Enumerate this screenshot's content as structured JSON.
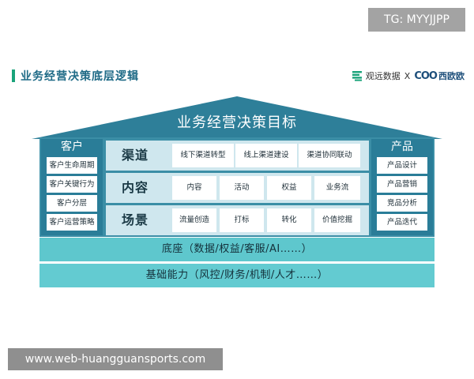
{
  "tg_badge": "TG: MYYJJPP",
  "header": {
    "title": "业务经营决策底层逻辑",
    "brand1": "观远数据",
    "separator": "X",
    "brand2_mark": "COO",
    "brand2_name": "西欧欧"
  },
  "diagram": {
    "roof_title": "业务经营决策目标",
    "left_column": {
      "header": "客户",
      "items": [
        "客户生命周期",
        "客户关键行为",
        "客户分层",
        "客户运营策略"
      ]
    },
    "right_column": {
      "header": "产品",
      "items": [
        "产品设计",
        "产品营销",
        "竞品分析",
        "产品迭代"
      ]
    },
    "rows": [
      {
        "label": "渠道",
        "cells": [
          "线下渠道转型",
          "线上渠道建设",
          "渠道协同联动"
        ]
      },
      {
        "label": "内容",
        "cells": [
          "内容",
          "活动",
          "权益",
          "业务流"
        ]
      },
      {
        "label": "场景",
        "cells": [
          "流量创造",
          "打标",
          "转化",
          "价值挖掘"
        ]
      }
    ],
    "base1": "底座（数据/权益/客服/AI……）",
    "base2": "基础能力（风控/财务/机制/人才……）"
  },
  "watermark": "www.web-huangguansports.com",
  "colors": {
    "roof": "#2e7f99",
    "wall": "#3b8ea6",
    "row_bg": "#cfe7ee",
    "base": "#5ec7cd",
    "title_accent": "#1aa37a"
  }
}
